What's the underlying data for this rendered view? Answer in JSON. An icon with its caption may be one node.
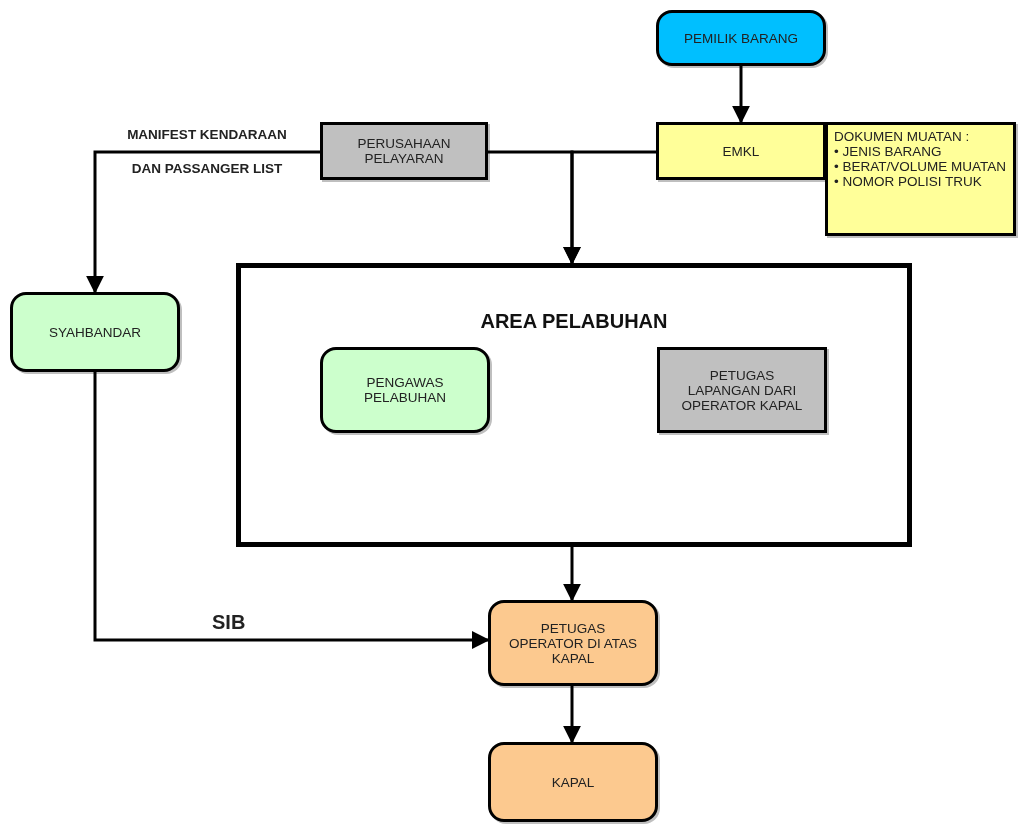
{
  "diagram": {
    "nodes": [
      {
        "text": [
          "PEMILIK BARANG"
        ]
      },
      {
        "text": [
          "EMKL"
        ]
      },
      {
        "text": [
          "DOKUMEN MUATAN :",
          "• JENIS BARANG",
          "• BERAT/VOLUME MUATAN",
          "• NOMOR POLISI TRUK"
        ]
      },
      {
        "text": [
          "PERUSAHAAN PELAYARAN"
        ]
      },
      {
        "text": [
          "SYAHBANDAR"
        ]
      },
      {
        "text": [
          "AREA PELABUHAN"
        ]
      },
      {
        "text": [
          "PENGAWAS PELABUHAN"
        ],
        "in": 5
      },
      {
        "text": [
          "PETUGAS LAPANGAN DARI OPERATOR KAPAL"
        ],
        "in": 5
      },
      {
        "text": [
          "PETUGAS OPERATOR DI ATAS KAPAL"
        ]
      },
      {
        "text": [
          "KAPAL"
        ]
      }
    ],
    "edges": [
      {
        "from": 0,
        "to": 1,
        "arrow": "to"
      },
      {
        "from": 1,
        "to": 5,
        "arrow": "to"
      },
      {
        "from": 3,
        "to": 5,
        "arrow": "to"
      },
      {
        "from": 3,
        "to": 4,
        "arrow": "to",
        "label": "MANIFEST KENDARAAN DAN PASSANGER LIST"
      },
      {
        "from": 5,
        "to": 8,
        "arrow": "to"
      },
      {
        "from": 4,
        "to": 8,
        "arrow": "to",
        "label": "SIB"
      },
      {
        "from": 8,
        "to": 9,
        "arrow": "to"
      }
    ]
  }
}
